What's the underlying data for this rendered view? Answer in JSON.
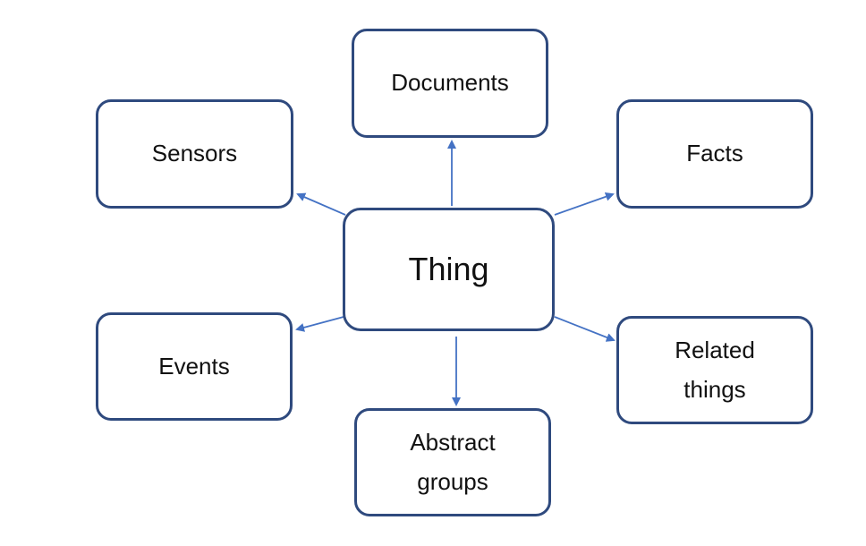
{
  "colors": {
    "box_border": "#2f4a7e",
    "arrow": "#4472c4",
    "text": "#111111",
    "background": "#ffffff"
  },
  "center_node": {
    "label": "Thing"
  },
  "nodes": [
    {
      "id": "documents",
      "label": "Documents"
    },
    {
      "id": "sensors",
      "label": "Sensors"
    },
    {
      "id": "facts",
      "label": "Facts"
    },
    {
      "id": "events",
      "label": "Events"
    },
    {
      "id": "related-things",
      "label": "Related\nthings"
    },
    {
      "id": "abstract-groups",
      "label": "Abstract\ngroups"
    }
  ],
  "edges": [
    {
      "from": "thing",
      "to": "documents"
    },
    {
      "from": "thing",
      "to": "sensors"
    },
    {
      "from": "thing",
      "to": "facts"
    },
    {
      "from": "thing",
      "to": "events"
    },
    {
      "from": "thing",
      "to": "related-things"
    },
    {
      "from": "thing",
      "to": "abstract-groups"
    }
  ]
}
